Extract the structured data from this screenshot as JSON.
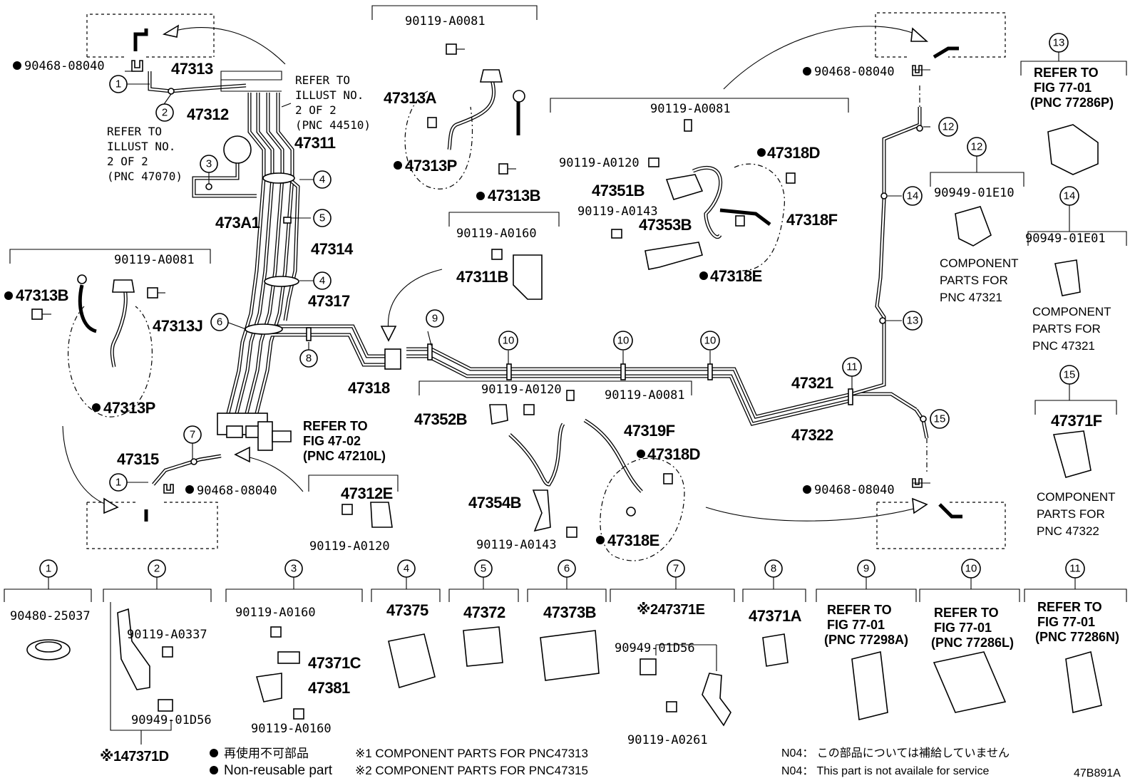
{
  "diagram_code": "47B891A",
  "callouts": [
    "1",
    "2",
    "3",
    "4",
    "5",
    "6",
    "7",
    "8",
    "9",
    "10",
    "11",
    "12",
    "13",
    "14",
    "15"
  ],
  "parts": {
    "p47313": "47313",
    "p47312": "47312",
    "p47311": "47311",
    "p473A1": "473A1",
    "p47314": "47314",
    "p47317": "47317",
    "p47318": "47318",
    "p47315": "47315",
    "p47313A": "47313A",
    "p47313P_top": "47313P",
    "p47313B_top": "47313B",
    "p47313B_left": "47313B",
    "p47313J": "47313J",
    "p47313P_left": "47313P",
    "p47311B": "47311B",
    "p47351B": "47351B",
    "p47353B": "47353B",
    "p47318D_top": "47318D",
    "p47318F": "47318F",
    "p47318E_top": "47318E",
    "p47352B": "47352B",
    "p47319F": "47319F",
    "p47318D_bot": "47318D",
    "p47354B": "47354B",
    "p47318E_bot": "47318E",
    "p47312E": "47312E",
    "p47321": "47321",
    "p47322": "47322",
    "p47371F": "47371F",
    "p47375": "47375",
    "p47372": "47372",
    "p47373B": "47373B",
    "p47371E": "※247371E",
    "p47371A": "47371A",
    "p47371C": "47371C",
    "p47381": "47381",
    "p47371D": "※147371D"
  },
  "part_numbers": {
    "grommet_tl": "90468-08040",
    "grommet_bl": "90468-08040",
    "grommet_tr": "90468-08040",
    "grommet_br": "90468-08040",
    "bolt_a0081_top": "90119-A0081",
    "bolt_a0081_left": "90119-A0081",
    "bolt_a0081_mid": "90119-A0081",
    "bolt_a0081_bot": "90119-A0081",
    "bolt_a0120_mid": "90119-A0120",
    "bolt_a0143_mid": "90119-A0143",
    "bolt_a0160_mid": "90119-A0160",
    "bolt_a0120_bot": "90119-A0120",
    "bolt_a0143_bot": "90119-A0143",
    "bolt_a0120_47312e": "90119-A0120",
    "clip_01e10": "90949-01E10",
    "clip_01e01": "90949-01E01",
    "grommet_25037": "90480-25037",
    "bolt_a0337": "90119-A0337",
    "clip_01d56_2": "90949-01D56",
    "bolt_a0160_3a": "90119-A0160",
    "bolt_a0160_3b": "90119-A0160",
    "clip_01d56_7": "90949-01D56",
    "bolt_a0261": "90119-A0261"
  },
  "refs": {
    "ref_44510": [
      "REFER TO",
      "ILLUST NO.",
      "2 OF 2",
      "(PNC 44510)"
    ],
    "ref_47070": [
      "REFER TO",
      "ILLUST NO.",
      "2 OF 2",
      "(PNC 47070)"
    ],
    "ref_47210": [
      "REFER TO",
      "FIG 47-02",
      "(PNC 47210L)"
    ],
    "ref_77286p": [
      "REFER TO",
      "FIG 77-01",
      "(PNC 77286P)"
    ],
    "ref_77298a": [
      "REFER TO",
      "FIG 77-01",
      "(PNC 77298A)"
    ],
    "ref_77286l": [
      "REFER TO",
      "FIG 77-01",
      "(PNC 77286L)"
    ],
    "ref_77286n": [
      "REFER TO",
      "FIG 77-01",
      "(PNC 77286N)"
    ],
    "comp_47321_a": [
      "COMPONENT",
      "PARTS FOR",
      "PNC 47321"
    ],
    "comp_47321_b": [
      "COMPONENT",
      "PARTS FOR",
      "PNC 47321"
    ],
    "comp_47322": [
      "COMPONENT",
      "PARTS FOR",
      "PNC 47322"
    ]
  },
  "legend": {
    "nonreusable_jp": "再使用不可部品",
    "nonreusable_en": "Non-reusable part",
    "note1": "※1 COMPONENT PARTS FOR PNC47313",
    "note2": "※2 COMPONENT PARTS FOR PNC47315",
    "n04_jp": "N04： この部品については補給していません",
    "n04_en": "N04： This part is not availale for service"
  }
}
